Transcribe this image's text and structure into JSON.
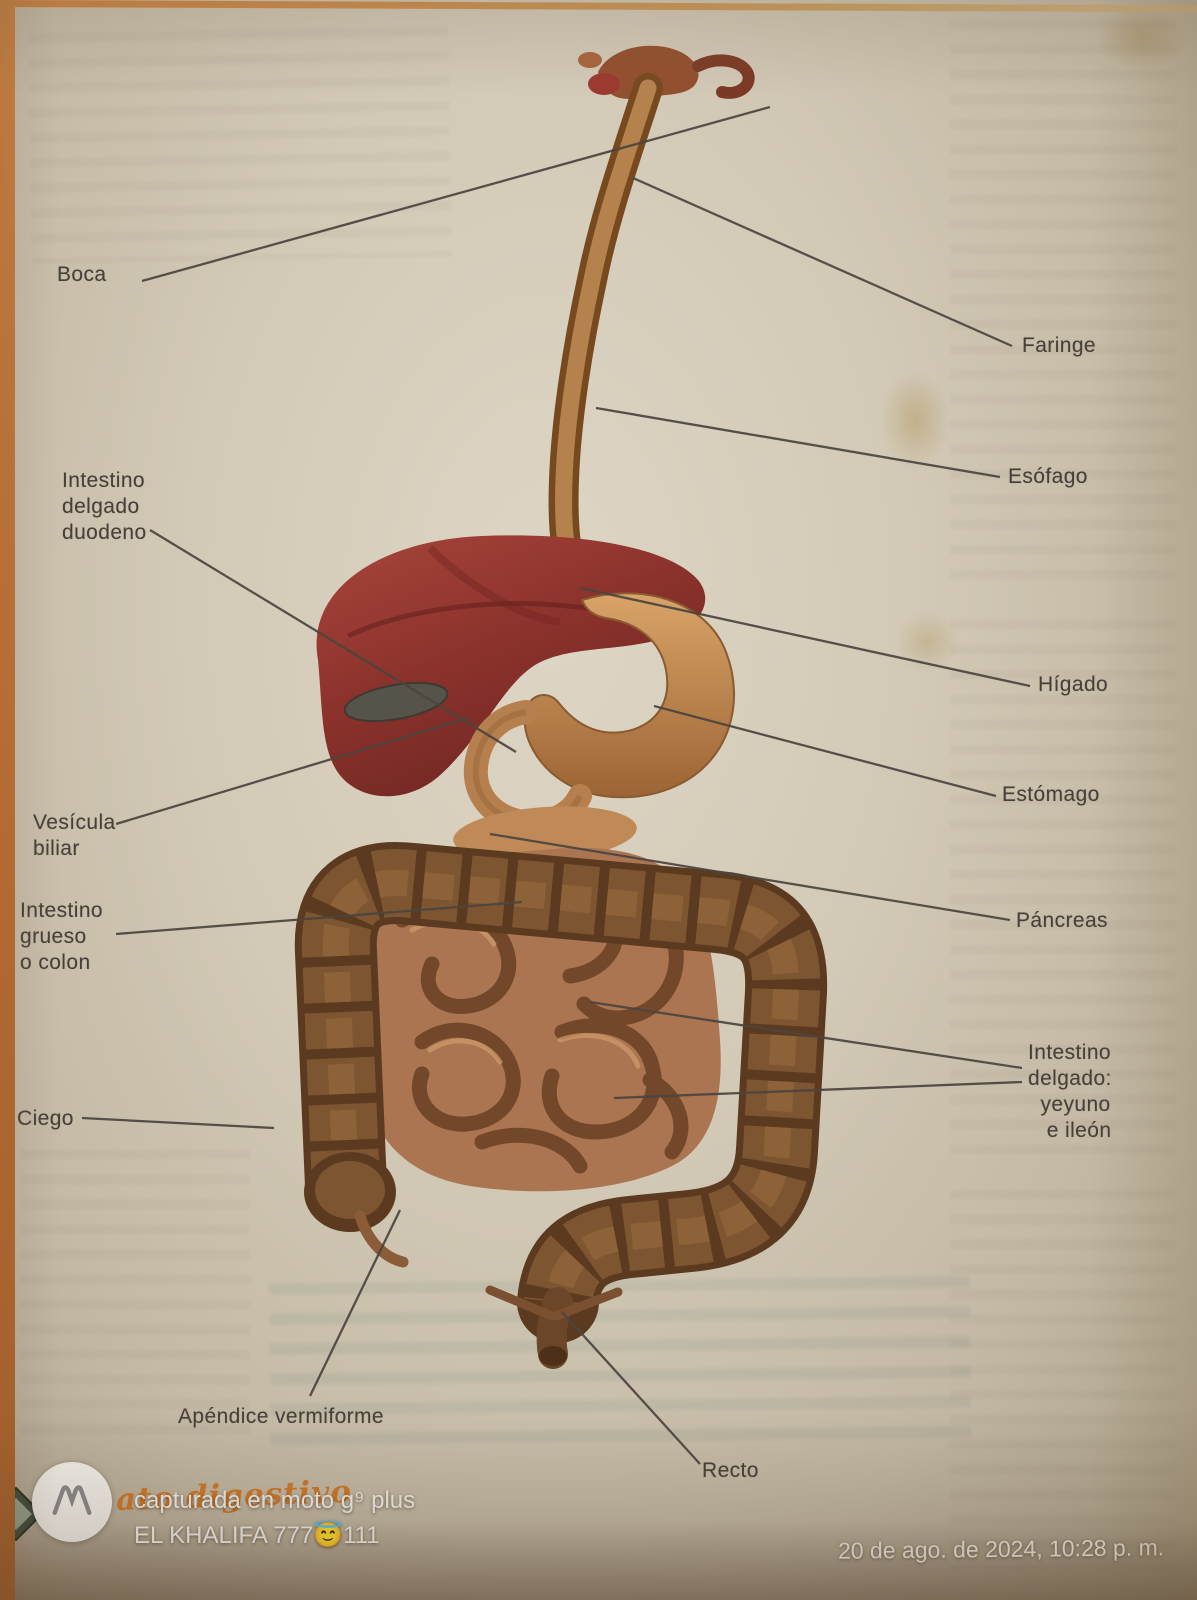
{
  "diagram": {
    "labels": {
      "boca": "Boca",
      "faringe": "Faringe",
      "esofago": "Esófago",
      "duodeno": "Intestino\ndelgado\nduodeno",
      "higado": "Hígado",
      "estomago": "Estómago",
      "vesicula": "Vesícula\nbiliar",
      "grueso": "Intestino\ngrueso\no colon",
      "pancreas": "Páncreas",
      "yeyuno": "Intestino\ndelgado:\n  yeyuno\n   e ileón",
      "ciego": "Ciego",
      "apendice": "Apéndice vermiforme",
      "recto": "Recto"
    },
    "organ_colors": {
      "liver": "#8c322c",
      "stomach": "#c08a58",
      "small_intestine": "#aa7550",
      "large_intestine": "#5c3a20"
    }
  },
  "photo": {
    "handwriting": "ato digestivo",
    "watermark": {
      "logo": "motorola-m-logo",
      "line1": "capturada en moto g⁹ plus",
      "line2": "EL KHALIFA 777😇111",
      "timestamp": "20 de ago. de 2024, 10:28 p. m."
    }
  }
}
